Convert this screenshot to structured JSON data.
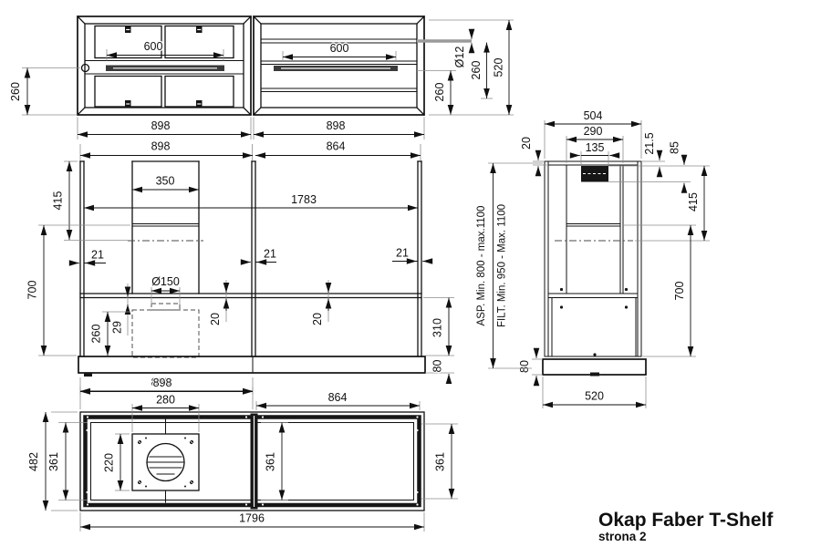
{
  "drawing": {
    "title": "Okap Faber T-Shelf",
    "page": "strona 2",
    "line_color": "#101010",
    "background": "#ffffff"
  },
  "labels": {
    "top_view": {
      "inner_width_left": "600",
      "inner_width_right": "600",
      "depth_left": "260",
      "width_left": "898",
      "width_right": "898",
      "pipe_diameter": "Ø12",
      "offset_a": "260",
      "offset_b": "260",
      "depth_total": "520"
    },
    "front_view": {
      "width_left": "898",
      "width_right": "864",
      "chimney_width": "350",
      "inner_width": "1783",
      "upper_height": "415",
      "body_height": "700",
      "panel_thickness_left": "21",
      "panel_thickness_mid": "21",
      "panel_thickness_right": "21",
      "duct_diameter": "Ø150",
      "shelf_thickness_left": "20",
      "shelf_thickness_right": "20",
      "duct_offset": "29",
      "lower_height": "260",
      "lower_depth": "310",
      "base_height": "80",
      "bottom_width": "898"
    },
    "side_view": {
      "width": "504",
      "inner_width": "290",
      "outlet_width": "135",
      "top_thickness": "20",
      "outlet_offset": "21.5",
      "outlet_height": "85",
      "upper_height": "415",
      "body_height": "700",
      "base_height": "80",
      "base_width": "520",
      "mount_asp": "ASP.  Min. 800 - max.1100",
      "mount_filt": "FILT. Min. 950 - Max. 1100"
    },
    "bottom_view": {
      "width_left": "898",
      "motor_width": "280",
      "width_right": "864",
      "depth": "482",
      "inner_depth_left": "361",
      "motor_depth": "220",
      "inner_depth_mid": "361",
      "inner_depth_right": "361",
      "total_width": "1796"
    }
  }
}
